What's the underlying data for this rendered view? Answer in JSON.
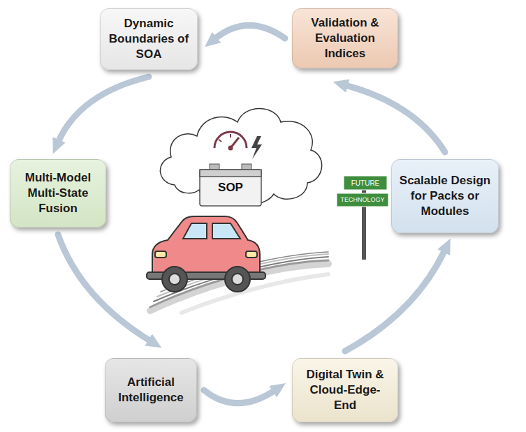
{
  "diagram": {
    "nodes": [
      {
        "text": [
          "Dynamic Boundaries of SOA"
        ]
      },
      {
        "text": [
          "Validation & Evaluation Indices"
        ]
      },
      {
        "text": [
          "Multi-Model Multi-State Fusion"
        ]
      },
      {
        "text": [
          "Scalable Design for Packs or Modules"
        ]
      },
      {
        "text": [
          "Artificial Intelligence"
        ]
      },
      {
        "text": [
          "Digital Twin & Cloud-Edge-End"
        ]
      }
    ],
    "edges": [
      {
        "from": 1,
        "to": 0,
        "arrow": "to"
      },
      {
        "from": 0,
        "to": 2,
        "arrow": "to"
      },
      {
        "from": 2,
        "to": 4,
        "arrow": "to"
      },
      {
        "from": 4,
        "to": 5,
        "arrow": "to"
      },
      {
        "from": 5,
        "to": 3,
        "arrow": "to"
      },
      {
        "from": 3,
        "to": 1,
        "arrow": "to"
      }
    ],
    "labels": [
      "SOP",
      "FUTURE",
      "TECHNOLOGY"
    ]
  }
}
